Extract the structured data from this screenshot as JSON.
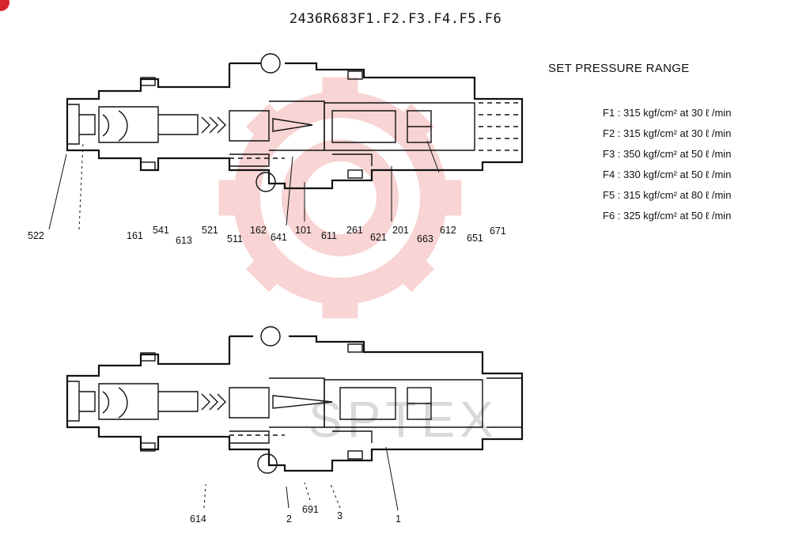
{
  "title": "2436R683F1.F2.F3.F4.F5.F6",
  "set_pressure": {
    "heading": "SET PRESSURE RANGE",
    "items": [
      "F1 : 315 kgf/cm² at 30 ℓ /min",
      "F2 : 315 kgf/cm² at 30 ℓ /min",
      "F3 : 350 kgf/cm² at 50 ℓ /min",
      "F4 : 330 kgf/cm² at 50 ℓ /min",
      "F5 : 315 kgf/cm² at 80 ℓ /min",
      "F6 : 325 kgf/cm² at 50 ℓ /min"
    ]
  },
  "upper_labels": [
    "522",
    "161",
    "541",
    "613",
    "521",
    "511",
    "162",
    "641",
    "101",
    "611",
    "261",
    "621",
    "201",
    "663",
    "612",
    "651",
    "671"
  ],
  "lower_labels": [
    "614",
    "2",
    "691",
    "3",
    "1"
  ],
  "watermark": {
    "color": "#f6c3c3",
    "text": "SPTEX"
  }
}
